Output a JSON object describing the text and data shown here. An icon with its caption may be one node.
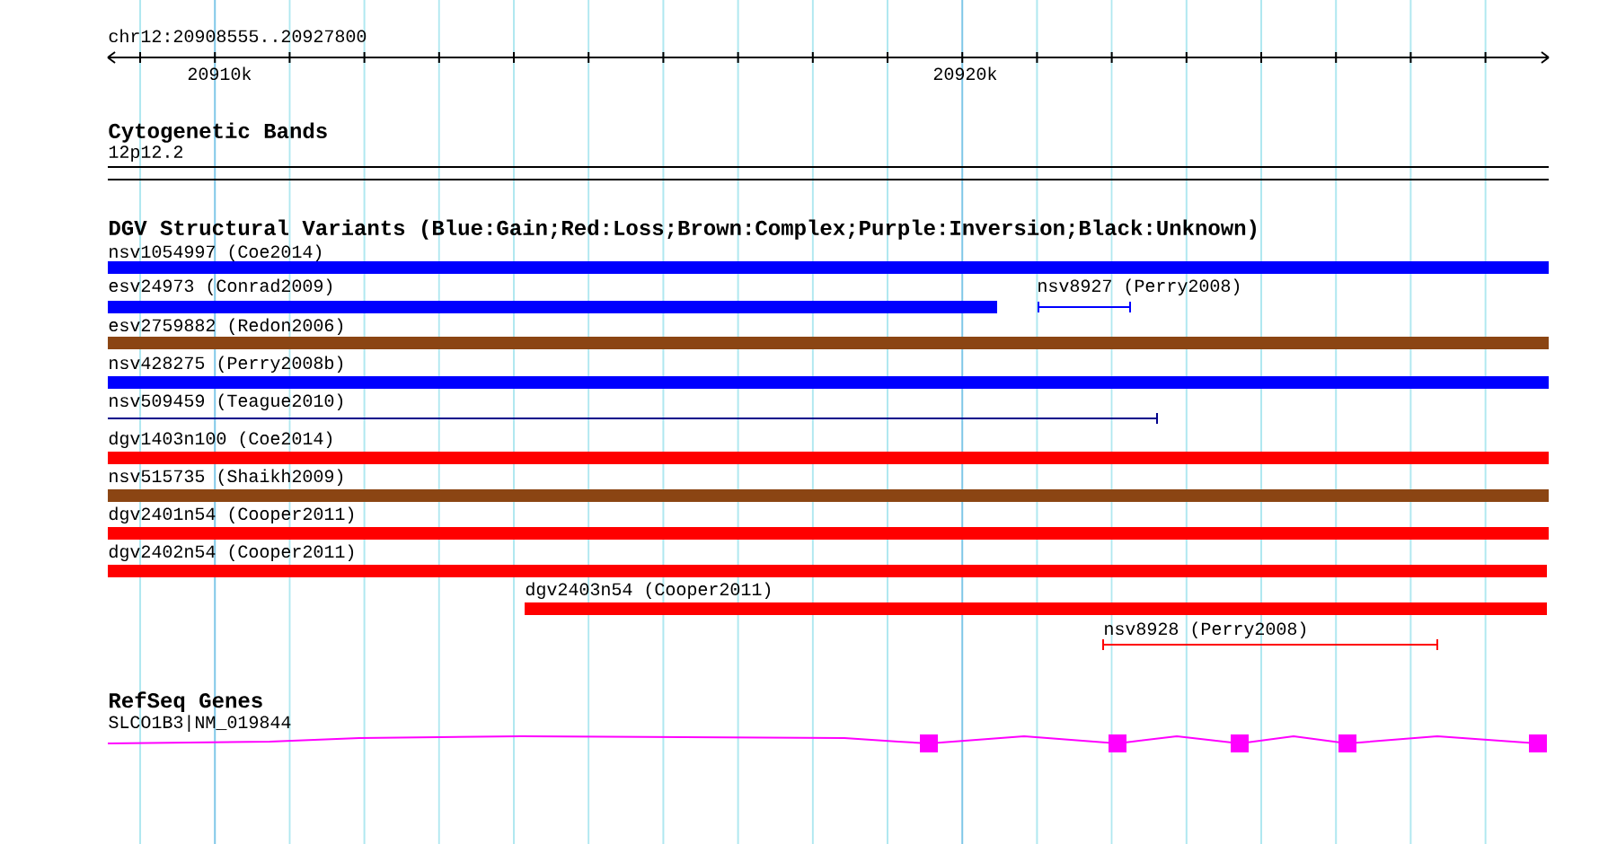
{
  "diagram": {
    "nodes": [
      {
        "text": [
          "nsv1054997 (Coe2014)"
        ]
      },
      {
        "text": [
          "esv24973 (Conrad2009)"
        ]
      },
      {
        "text": [
          "nsv8927 (Perry2008)"
        ]
      },
      {
        "text": [
          "esv2759882 (Redon2006)"
        ]
      },
      {
        "text": [
          "nsv428275 (Perry2008b)"
        ]
      },
      {
        "text": [
          "nsv509459 (Teague2010)"
        ]
      },
      {
        "text": [
          "dgv1403n100 (Coe2014)"
        ]
      },
      {
        "text": [
          "nsv515735 (Shaikh2009)"
        ]
      },
      {
        "text": [
          "dgv2401n54 (Cooper2011)"
        ]
      },
      {
        "text": [
          "dgv2402n54 (Cooper2011)"
        ]
      },
      {
        "text": [
          "dgv2403n54 (Cooper2011)"
        ]
      },
      {
        "text": [
          "nsv8928 (Perry2008)"
        ]
      },
      {
        "text": [
          "SLCO1B3|NM_019844"
        ]
      }
    ],
    "labels": [
      "chr12:20908555..20927800",
      "20910k",
      "20920k",
      "Cytogenetic Bands",
      "12p12.2",
      "DGV Structural Variants (Blue:Gain;Red:Loss;Brown:Complex;Purple:Inversion;Black:Unknown)",
      "RefSeq Genes"
    ]
  }
}
